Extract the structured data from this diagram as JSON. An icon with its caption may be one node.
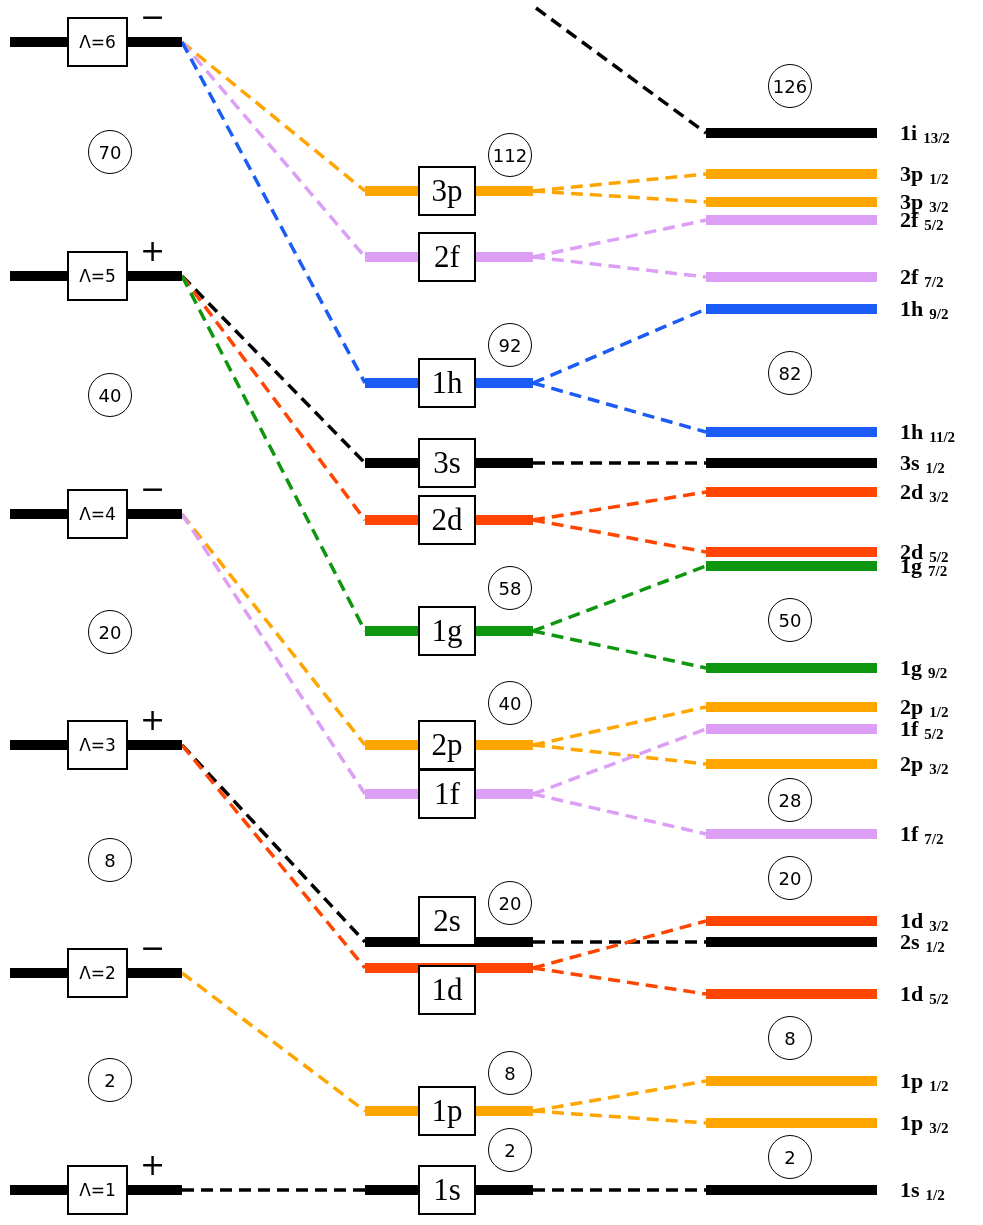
{
  "diagram": {
    "nodes": [
      {
        "text": [
          "Λ=6",
          "−"
        ]
      },
      {
        "text": [
          "70"
        ]
      },
      {
        "text": [
          "Λ=5",
          "+"
        ]
      },
      {
        "text": [
          "40"
        ]
      },
      {
        "text": [
          "Λ=4",
          "−"
        ]
      },
      {
        "text": [
          "20"
        ]
      },
      {
        "text": [
          "Λ=3",
          "+"
        ]
      },
      {
        "text": [
          "8"
        ]
      },
      {
        "text": [
          "Λ=2",
          "−"
        ]
      },
      {
        "text": [
          "2"
        ]
      },
      {
        "text": [
          "Λ=1",
          "+"
        ]
      },
      {
        "text": [
          "112"
        ]
      },
      {
        "text": [
          "3p"
        ]
      },
      {
        "text": [
          "2f"
        ]
      },
      {
        "text": [
          "92"
        ]
      },
      {
        "text": [
          "1h"
        ]
      },
      {
        "text": [
          "3s"
        ]
      },
      {
        "text": [
          "2d"
        ]
      },
      {
        "text": [
          "58"
        ]
      },
      {
        "text": [
          "1g"
        ]
      },
      {
        "text": [
          "40"
        ]
      },
      {
        "text": [
          "2p"
        ]
      },
      {
        "text": [
          "1f"
        ]
      },
      {
        "text": [
          "20"
        ]
      },
      {
        "text": [
          "2s"
        ]
      },
      {
        "text": [
          "1d"
        ]
      },
      {
        "text": [
          "8"
        ]
      },
      {
        "text": [
          "1p"
        ]
      },
      {
        "text": [
          "2"
        ]
      },
      {
        "text": [
          "1s"
        ]
      },
      {
        "text": [
          "126"
        ]
      },
      {
        "text": [
          "1i$_{13/2}$"
        ]
      },
      {
        "text": [
          "3p$_{1/2}$"
        ]
      },
      {
        "text": [
          "3p$_{3/2}$"
        ]
      },
      {
        "text": [
          "2f$_{5/2}$"
        ]
      },
      {
        "text": [
          "2f$_{7/2}$"
        ]
      },
      {
        "text": [
          "1h$_{9/2}$"
        ]
      },
      {
        "text": [
          "82"
        ]
      },
      {
        "text": [
          "1h$_{11/2}$"
        ]
      },
      {
        "text": [
          "3s$_{1/2}$"
        ]
      },
      {
        "text": [
          "2d$_{3/2}$"
        ]
      },
      {
        "text": [
          "2d$_{5/2}$"
        ]
      },
      {
        "text": [
          "1g$_{7/2}$"
        ]
      },
      {
        "text": [
          "50"
        ]
      },
      {
        "text": [
          "1g$_{9/2}$"
        ]
      },
      {
        "text": [
          "2p$_{1/2}$"
        ]
      },
      {
        "text": [
          "1f$_{5/2}$"
        ]
      },
      {
        "text": [
          "2p$_{3/2}$"
        ]
      },
      {
        "text": [
          "28"
        ]
      },
      {
        "text": [
          "1f$_{7/2}$"
        ]
      },
      {
        "text": [
          "20"
        ]
      },
      {
        "text": [
          "1d$_{3/2}$"
        ]
      },
      {
        "text": [
          "2s$_{1/2}$"
        ]
      },
      {
        "text": [
          "1d$_{5/2}$"
        ]
      },
      {
        "text": [
          "8"
        ]
      },
      {
        "text": [
          "1p$_{1/2}$"
        ]
      },
      {
        "text": [
          "1p$_{3/2}$"
        ]
      },
      {
        "text": [
          "2"
        ]
      },
      {
        "text": [
          "1s$_{1/2}$"
        ]
      }
    ],
    "edges": [
      {
        "from": 0,
        "to": 12,
        "arrow": "none",
        "style": "dashed",
        "color": "#ffa500"
      },
      {
        "from": 0,
        "to": 13,
        "arrow": "none",
        "style": "dashed",
        "color": "#dd9ef5"
      },
      {
        "from": 0,
        "to": 15,
        "arrow": "none",
        "style": "dashed",
        "color": "#1a5cf5"
      },
      {
        "from": 2,
        "to": 16,
        "arrow": "none",
        "style": "dashed",
        "color": "#000000"
      },
      {
        "from": 2,
        "to": 17,
        "arrow": "none",
        "style": "dashed",
        "color": "#ff4500"
      },
      {
        "from": 2,
        "to": 19,
        "arrow": "none",
        "style": "dashed",
        "color": "#0f960f"
      },
      {
        "from": 4,
        "to": 21,
        "arrow": "none",
        "style": "dashed",
        "color": "#ffa500"
      },
      {
        "from": 4,
        "to": 22,
        "arrow": "none",
        "style": "dashed",
        "color": "#dd9ef5"
      },
      {
        "from": 6,
        "to": 24,
        "arrow": "none",
        "style": "dashed",
        "color": "#000000"
      },
      {
        "from": 6,
        "to": 25,
        "arrow": "none",
        "style": "dashed",
        "color": "#ff4500"
      },
      {
        "from": 8,
        "to": 27,
        "arrow": "none",
        "style": "dashed",
        "color": "#ffa500"
      },
      {
        "from": 10,
        "to": 29,
        "arrow": "none",
        "style": "dashed",
        "color": "#000000"
      },
      {
        "from": 12,
        "to": 32,
        "arrow": "none",
        "style": "dashed",
        "color": "#ffa500"
      },
      {
        "from": 12,
        "to": 33,
        "arrow": "none",
        "style": "dashed",
        "color": "#ffa500"
      },
      {
        "from": 13,
        "to": 34,
        "arrow": "none",
        "style": "dashed",
        "color": "#dd9ef5"
      },
      {
        "from": 13,
        "to": 35,
        "arrow": "none",
        "style": "dashed",
        "color": "#dd9ef5"
      },
      {
        "from": 15,
        "to": 36,
        "arrow": "none",
        "style": "dashed",
        "color": "#1a5cf5"
      },
      {
        "from": 15,
        "to": 38,
        "arrow": "none",
        "style": "dashed",
        "color": "#1a5cf5"
      },
      {
        "from": 16,
        "to": 39,
        "arrow": "none",
        "style": "dashed",
        "color": "#000000"
      },
      {
        "from": 17,
        "to": 40,
        "arrow": "none",
        "style": "dashed",
        "color": "#ff4500"
      },
      {
        "from": 17,
        "to": 41,
        "arrow": "none",
        "style": "dashed",
        "color": "#ff4500"
      },
      {
        "from": 19,
        "to": 42,
        "arrow": "none",
        "style": "dashed",
        "color": "#0f960f"
      },
      {
        "from": 19,
        "to": 44,
        "arrow": "none",
        "style": "dashed",
        "color": "#0f960f"
      },
      {
        "from": 21,
        "to": 45,
        "arrow": "none",
        "style": "dashed",
        "color": "#ffa500"
      },
      {
        "from": 21,
        "to": 47,
        "arrow": "none",
        "style": "dashed",
        "color": "#ffa500"
      },
      {
        "from": 22,
        "to": 46,
        "arrow": "none",
        "style": "dashed",
        "color": "#dd9ef5"
      },
      {
        "from": 22,
        "to": 49,
        "arrow": "none",
        "style": "dashed",
        "color": "#dd9ef5"
      },
      {
        "from": 24,
        "to": 52,
        "arrow": "none",
        "style": "dashed",
        "color": "#000000"
      },
      {
        "from": 25,
        "to": 51,
        "arrow": "none",
        "style": "dashed",
        "color": "#ff4500"
      },
      {
        "from": 25,
        "to": 53,
        "arrow": "none",
        "style": "dashed",
        "color": "#ff4500"
      },
      {
        "from": 27,
        "to": 55,
        "arrow": "none",
        "style": "dashed",
        "color": "#ffa500"
      },
      {
        "from": 27,
        "to": 56,
        "arrow": "none",
        "style": "dashed",
        "color": "#ffa500"
      },
      {
        "from": 29,
        "to": 58,
        "arrow": "none",
        "style": "dashed",
        "color": "#000000"
      },
      {
        "from": null,
        "to": 31,
        "arrow": "none",
        "style": "dashed",
        "color": "#000000"
      }
    ]
  }
}
